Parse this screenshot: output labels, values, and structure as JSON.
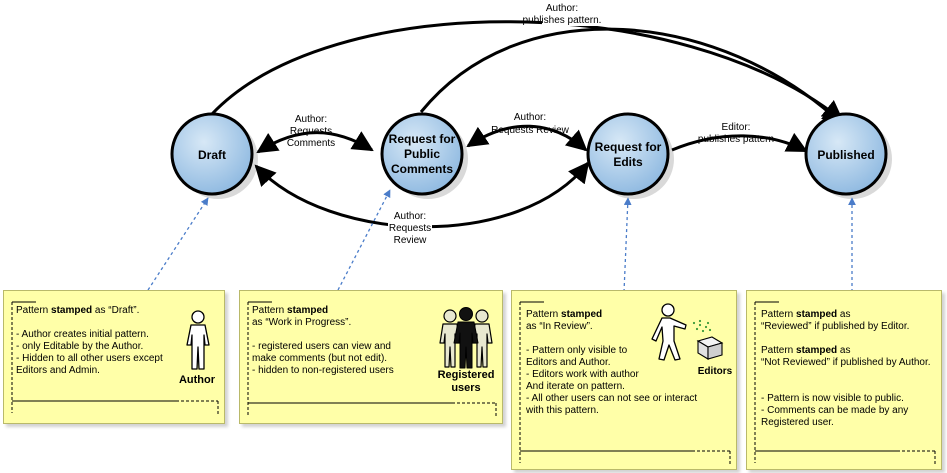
{
  "states": {
    "draft": "Draft",
    "request_comments": [
      "Request for",
      "Public",
      "Comments"
    ],
    "request_edits": [
      "Request for",
      "Edits"
    ],
    "published": "Published"
  },
  "edges": {
    "author_publishes": [
      "Author:",
      "publishes pattern."
    ],
    "author_requests_comments": [
      "Author:",
      "Requests",
      "Comments"
    ],
    "author_requests_review_top": [
      "Author:",
      "Requests Review"
    ],
    "editor_publishes": [
      "Editor:",
      "publishes pattern"
    ],
    "author_requests_review_bottom": [
      "Author:",
      "Requests",
      "Review"
    ]
  },
  "notes": {
    "draft": {
      "stamp_prefix": "Pattern ",
      "stamp_word": "stamped",
      "stamp_suffix": " as “Draft”.",
      "lines": [
        "- Author creates initial pattern.",
        "- only Editable by the Author.",
        "- Hidden to all other users except",
        "Editors and Admin."
      ],
      "actor": "Author"
    },
    "comments": {
      "stamp_prefix": "Pattern ",
      "stamp_word": "stamped",
      "stamp_line2": "as “Work in Progress”.",
      "lines": [
        "- registered users can view  and",
        "make comments (but not edit).",
        "- hidden to non-registered users"
      ],
      "actor": [
        "Registered",
        "users"
      ]
    },
    "edits": {
      "stamp_prefix": "Pattern ",
      "stamp_word": "stamped",
      "stamp_line2": "as “In Review”.",
      "lines": [
        "- Pattern only visible to",
        "Editors and Author.",
        "- Editors work with author",
        "And iterate on pattern.",
        "- All other users can not see or interact",
        "with this pattern."
      ],
      "actor": "Editors"
    },
    "published": {
      "stamp1_prefix": "Pattern ",
      "stamp1_word": "stamped",
      "stamp1_suffix": " as",
      "stamp1_line2": "“Reviewed” if published by Editor.",
      "stamp2_prefix": "Pattern ",
      "stamp2_word": "stamped",
      "stamp2_suffix": " as",
      "stamp2_line2": "“Not Reviewed” if published by Author.",
      "lines": [
        "- Pattern is now visible to public.",
        "- Comments can be made by any",
        "Registered user."
      ]
    }
  },
  "colors": {
    "state_fill": "#9dc3e6",
    "state_stroke": "#000000",
    "note_fill": "#ffffa8",
    "connector": "#4a7cc9"
  }
}
